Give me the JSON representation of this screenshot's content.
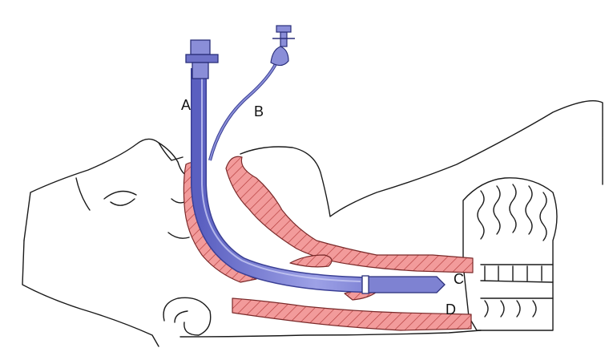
{
  "labels": {
    "a": "A",
    "b": "B",
    "c": "C",
    "d": "D"
  },
  "colors": {
    "tube": "#8a8ed8",
    "tube_dark": "#3a3f95",
    "tissue": "#f29b9b",
    "hatch": "#b23a3a",
    "outline": "#1a1a1a"
  }
}
